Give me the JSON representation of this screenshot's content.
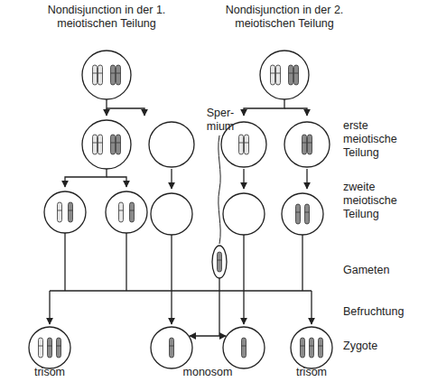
{
  "diagram": {
    "labels": [
      "Nondisjunction in der 1. meiotischen Teilung",
      "Nondisjunction in der 2. meiotischen Teilung",
      "erste meiotische Teilung",
      "zweite meiotische Teilung",
      "Gameten",
      "Befruchtung",
      "Zygote",
      "Sper- mium",
      "trisom",
      "monosom",
      "trisom"
    ]
  }
}
